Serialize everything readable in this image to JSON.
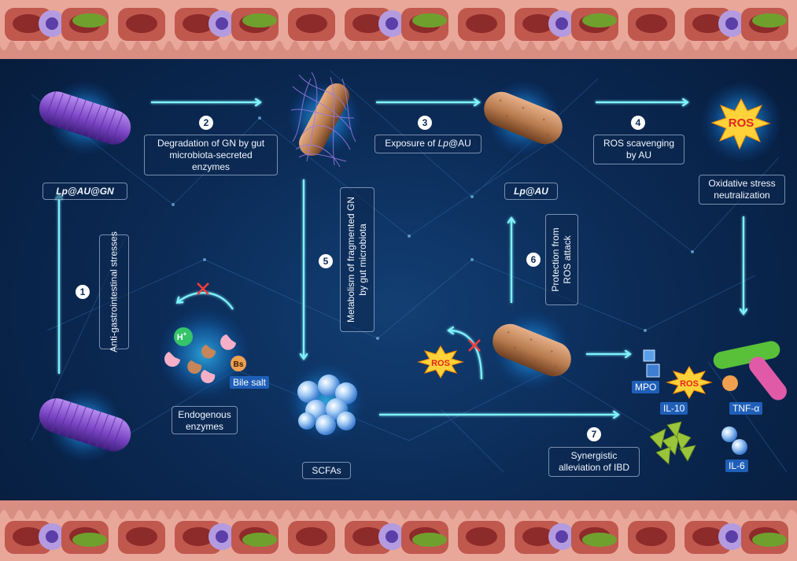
{
  "labels": {
    "lp_au_gn": "Lp@AU@GN",
    "lp_au": "Lp@AU",
    "scfas": "SCFAs",
    "endogenous_enzymes": "Endogenous enzymes",
    "bile_salt": "Bile salt",
    "bs": "Bs",
    "h_plus": "H",
    "oxidative_stress": "Oxidative stress neutralization",
    "ros": "ROS"
  },
  "steps": [
    {
      "number": "1",
      "text": "Anti-gastrointestinal stresses"
    },
    {
      "number": "2",
      "text": "Degradation of GN by gut microbiota-secreted enzymes"
    },
    {
      "number": "3",
      "text_prefix": "Exposure of ",
      "text_em": "Lp",
      "text_suffix": "@AU"
    },
    {
      "number": "4",
      "text": "ROS scavenging by AU"
    },
    {
      "number": "5",
      "text": "Metabolism of fragmented GN by gut microbiota"
    },
    {
      "number": "6",
      "text": "Protection from ROS attack"
    },
    {
      "number": "7",
      "text": "Synergistic alleviation of IBD"
    }
  ],
  "markers": {
    "mpo": "MPO",
    "il10": "IL-10",
    "tnf": "TNF-α",
    "il6": "IL-6"
  },
  "colors": {
    "arrow": "#7ff3ff",
    "tag": "#1f5fb8",
    "bacterium_purple": "#7a45c4",
    "bacterium_brown": "#b77a4d",
    "ros_star": "#ffd23a"
  }
}
